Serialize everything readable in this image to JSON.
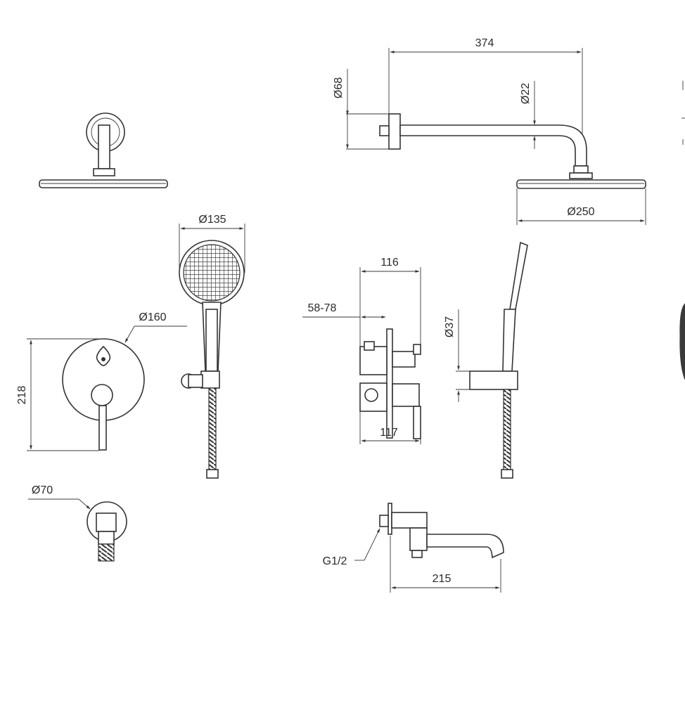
{
  "dimensions": {
    "shower_arm_length": "374",
    "wall_flange_dia": "Ø68",
    "arm_tube_dia": "Ø22",
    "rain_head_dia": "Ø250",
    "hand_shower_dia": "Ø135",
    "plate_dia": "Ø160",
    "plate_height": "218",
    "valve_width": "116",
    "wall_depth": "58-78",
    "valve_depth": "117",
    "holder_dia": "Ø37",
    "elbow_dia": "Ø70",
    "spout_thread": "G1/2",
    "spout_length": "215"
  }
}
